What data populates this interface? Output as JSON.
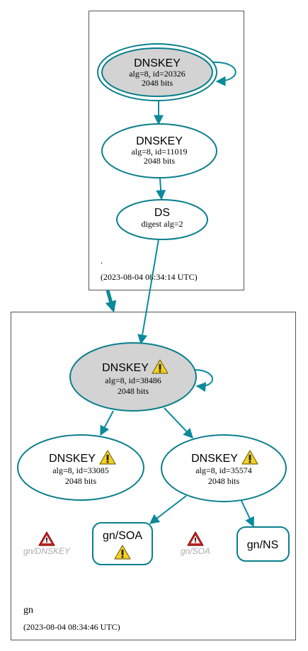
{
  "colors": {
    "edge": "#0a8a9a",
    "node_stroke": "#0a7f8c",
    "ksk_fill": "#d3d3d3",
    "zone_border": "#555555",
    "warning_yellow": "#f5d020",
    "error_red": "#cc2222",
    "muted_text": "#aaaaaa"
  },
  "zones": {
    "root": {
      "label": ".",
      "timestamp": "(2023-08-04 08:34:14 UTC)",
      "nodes": {
        "ksk": {
          "type": "DNSKEY",
          "detail": "alg=8, id=20326",
          "size": "2048 bits"
        },
        "zsk": {
          "type": "DNSKEY",
          "detail": "alg=8, id=11019",
          "size": "2048 bits"
        },
        "ds": {
          "type": "DS",
          "detail": "digest alg=2"
        }
      }
    },
    "gn": {
      "label": "gn",
      "timestamp": "(2023-08-04 08:34:46 UTC)",
      "nodes": {
        "ksk": {
          "type": "DNSKEY",
          "detail": "alg=8, id=38486",
          "size": "2048 bits",
          "status_icon": "warning-icon"
        },
        "key1": {
          "type": "DNSKEY",
          "detail": "alg=8, id=33085",
          "size": "2048 bits",
          "status_icon": "warning-icon"
        },
        "key2": {
          "type": "DNSKEY",
          "detail": "alg=8, id=35574",
          "size": "2048 bits",
          "status_icon": "warning-icon"
        },
        "soa": {
          "type": "gn/SOA",
          "status_icon": "warning-icon"
        },
        "ns": {
          "type": "gn/NS"
        }
      },
      "errors": [
        {
          "label": "gn/DNSKEY",
          "icon": "error-icon"
        },
        {
          "label": "gn/SOA",
          "icon": "error-icon"
        }
      ]
    }
  }
}
